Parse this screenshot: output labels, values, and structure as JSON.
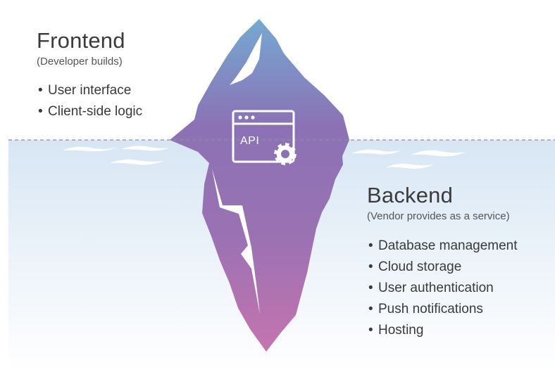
{
  "frontend": {
    "title": "Frontend",
    "subtitle": "(Developer builds)",
    "items": [
      "User interface",
      "Client-side logic"
    ]
  },
  "backend": {
    "title": "Backend",
    "subtitle": "(Vendor provides as a service)",
    "items": [
      "Database management",
      "Cloud storage",
      "User authentication",
      "Push notifications",
      "Hosting"
    ]
  },
  "api_window": {
    "label": "API",
    "icon": "gear-icon"
  },
  "colors": {
    "iceberg_top": "#7aa3cf",
    "iceberg_mid": "#8a70b4",
    "iceberg_bottom": "#c273ad",
    "water_top": "#dce9f5",
    "waterline": "#8a8a8a"
  }
}
